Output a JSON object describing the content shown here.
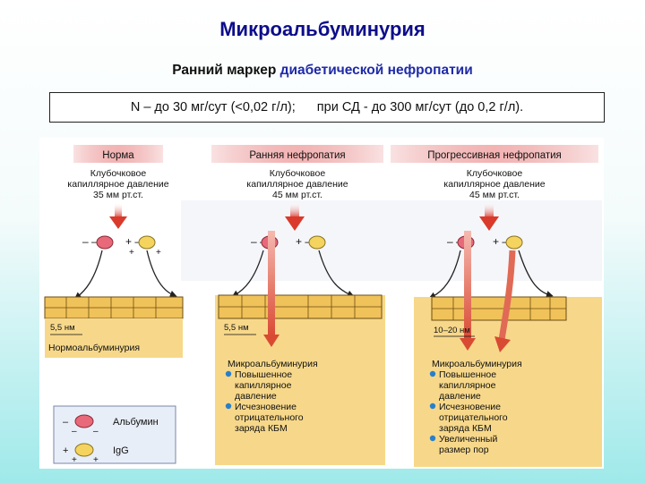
{
  "title": "Микроальбуминурия",
  "subtitle": {
    "prefix": "Ранний маркер ",
    "highlight": "диабетической нефропатии"
  },
  "norm": {
    "left": "N – до 30 мг/сут (<0,02 г/л);",
    "right": "при СД - до 300 мг/сут (до 0,2 г/л)."
  },
  "panels": [
    {
      "header": "Норма",
      "pressure": [
        "Клубочковое",
        "капиллярное давление",
        "35 мм рт.ст."
      ],
      "pore": "5,5 нм",
      "result": "Нормоальбуминурия",
      "bullets": []
    },
    {
      "header": "Ранняя нефропатия",
      "pressure": [
        "Клубочковое",
        "капиллярное давление",
        "45 мм рт.ст."
      ],
      "pore": "5,5 нм",
      "result": "Микроальбуминурия",
      "bullets": [
        [
          "Повышенное",
          "капиллярное",
          "давление"
        ],
        [
          "Исчезновение",
          "отрицательного",
          "заряда КБМ"
        ]
      ]
    },
    {
      "header": "Прогрессивная нефропатия",
      "pressure": [
        "Клубочковое",
        "капиллярное давление",
        "45 мм рт.ст."
      ],
      "pore": "10–20 нм",
      "result": "Микроальбуминурия",
      "bullets": [
        [
          "Повышенное",
          "капиллярное",
          "давление"
        ],
        [
          "Исчезновение",
          "отрицательного",
          "заряда КБМ"
        ],
        [
          "Увеличенный",
          "размер пор"
        ]
      ]
    }
  ],
  "legend": {
    "albumin": "Альбумин",
    "igg": "IgG"
  },
  "colors": {
    "header": "#f3b3b3",
    "arrow": "#d93a2b",
    "band": "#f0c25a",
    "albumin": "#e8697a",
    "igg": "#f4d45e",
    "bullet": "#2a7fc9",
    "text": "#111111"
  }
}
